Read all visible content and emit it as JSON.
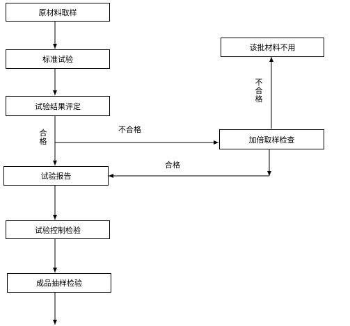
{
  "boxes": {
    "raw_sampling": "原材料取样",
    "standard_test": "标准试验",
    "test_evaluation": "试验结果评定",
    "test_report": "试验报告",
    "test_control": "试验控制检验",
    "product_sampling": "成品抽样检验",
    "double_sampling": "加倍取样检查",
    "batch_reject": "该批材料不用"
  },
  "edge_labels": {
    "pass_vertical": "合格",
    "fail_horizontal": "不合格",
    "pass_horizontal": "合格",
    "fail_vertical": "不合格"
  }
}
